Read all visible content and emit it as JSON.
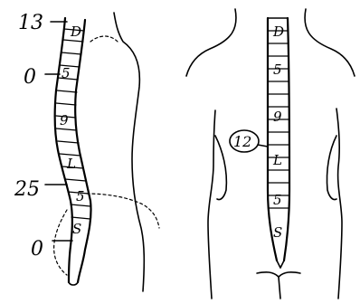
{
  "left_view": {
    "angles": {
      "top": "13",
      "upper": "0",
      "lower": "25",
      "bottom": "0"
    },
    "vertebra_labels": {
      "d": "D",
      "n5": "5",
      "n9": "9",
      "l": "L",
      "l5": "5",
      "s": "S"
    }
  },
  "right_view": {
    "vertebra_labels": {
      "d": "D",
      "n5": "5",
      "n9": "9",
      "l": "L",
      "l5": "5",
      "s": "S"
    },
    "circled_label": "12"
  }
}
